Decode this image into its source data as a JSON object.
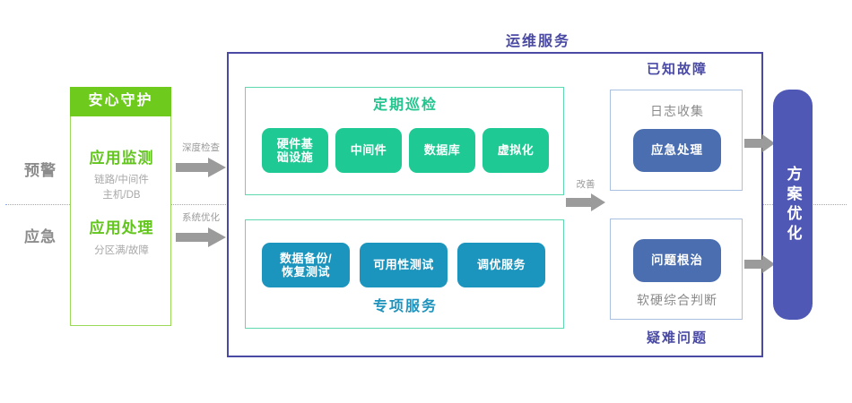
{
  "stages": [
    {
      "label": "预警"
    },
    {
      "label": "应急"
    }
  ],
  "left_card": {
    "header": "安心守护",
    "rows": [
      {
        "title": "应用监测",
        "sub": "链路/中间件\n主机/DB"
      },
      {
        "title": "应用处理",
        "sub": "分区满/故障"
      }
    ]
  },
  "connectors": [
    {
      "name": "deep-check",
      "label": "深度检查"
    },
    {
      "name": "system-optimize",
      "label": "系统优化"
    },
    {
      "name": "improve",
      "label": "改善"
    }
  ],
  "frame": {
    "title": "运维服务",
    "panels": [
      {
        "name": "regular-inspection",
        "title": "定期巡检",
        "title_position": "top",
        "accent": "#22c58e",
        "chips": [
          "硬件基\n础设施",
          "中间件",
          "数据库",
          "虚拟化"
        ]
      },
      {
        "name": "special-service",
        "title": "专项服务",
        "title_position": "bottom",
        "accent": "#1e93bd",
        "chips": [
          "数据备份/\n恢复测试",
          "可用性测试",
          "调优服务"
        ]
      }
    ]
  },
  "fault_panels": [
    {
      "name": "known-fault",
      "title": "已知故障",
      "title_position": "top",
      "caption": "日志收集",
      "caption_position": "top",
      "pill": "应急处理"
    },
    {
      "name": "difficult-problem",
      "title": "疑难问题",
      "title_position": "bottom",
      "caption": "软硬综合判断",
      "caption_position": "bottom",
      "pill": "问题根治"
    }
  ],
  "outcome": {
    "label": "方案优化"
  },
  "colors": {
    "brand_green": "#6ecb1e",
    "teal": "#1fc994",
    "cyan_blue": "#1b95bd",
    "indigo": "#4a4aa5",
    "steel_blue": "#4a6eaf",
    "arrow_gray": "#9b9b9b"
  }
}
